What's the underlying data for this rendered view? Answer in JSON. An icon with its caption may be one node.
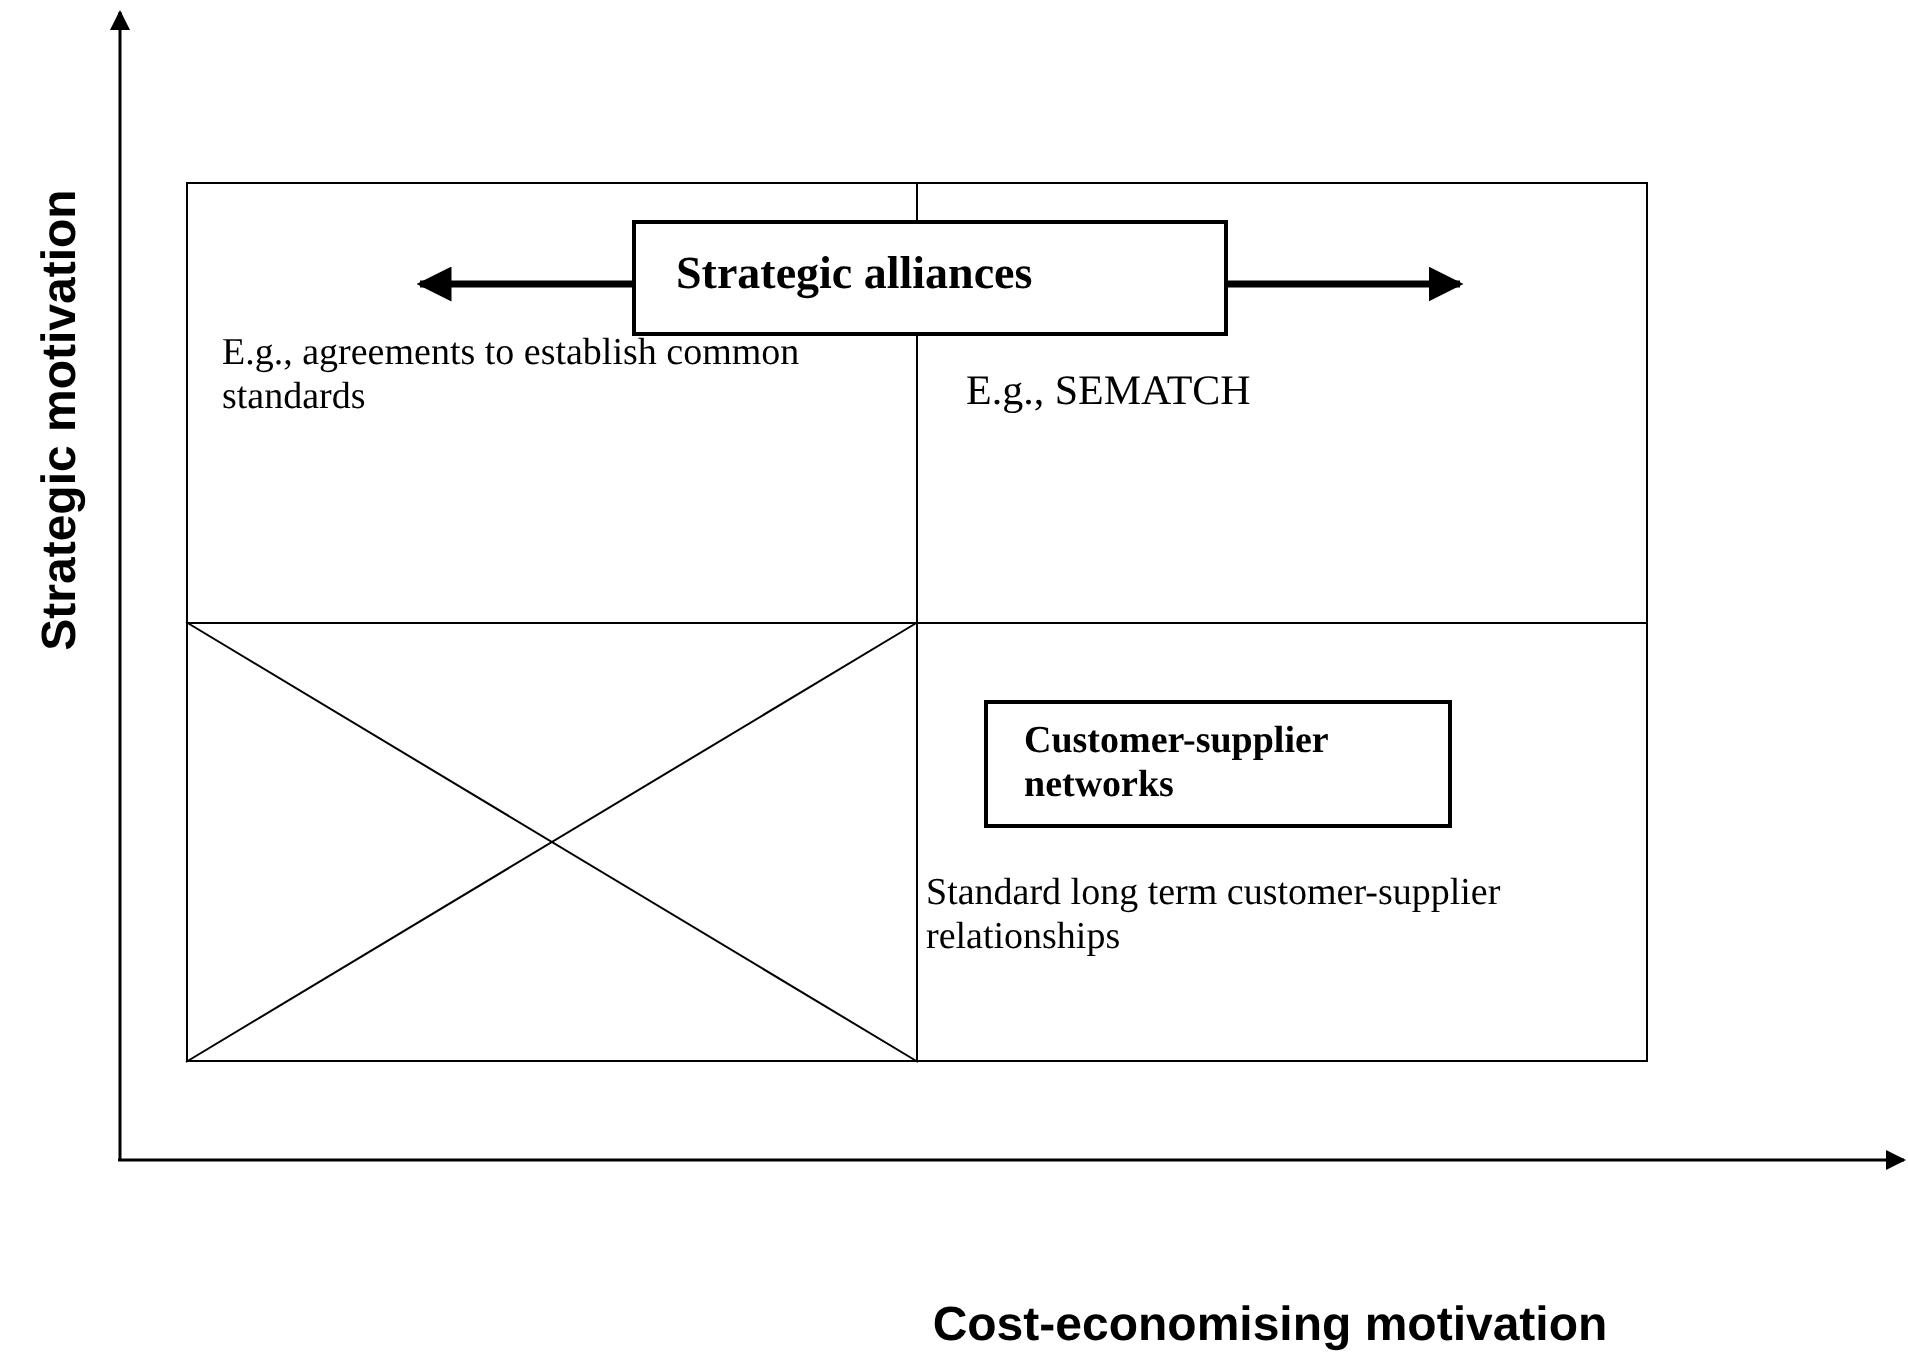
{
  "diagram": {
    "nodes": [
      {
        "text": [
          "E.g., agreements to establish common standards"
        ]
      },
      {
        "text": [
          "E.g., SEMATCH"
        ]
      },
      {
        "text": [],
        "shape": "box"
      },
      {
        "text": [
          "Standard long term customer-supplier relationships"
        ]
      },
      {
        "text": [
          "Customer-supplier networks"
        ],
        "in": 3
      },
      {
        "text": [
          "Strategic alliances"
        ]
      }
    ],
    "edges": [
      {
        "from": 5,
        "to": 0,
        "arrow": "to"
      },
      {
        "from": 5,
        "to": 1,
        "arrow": "to"
      }
    ],
    "labels": [
      "Strategic motivation",
      "Cost-economising motivation"
    ]
  }
}
